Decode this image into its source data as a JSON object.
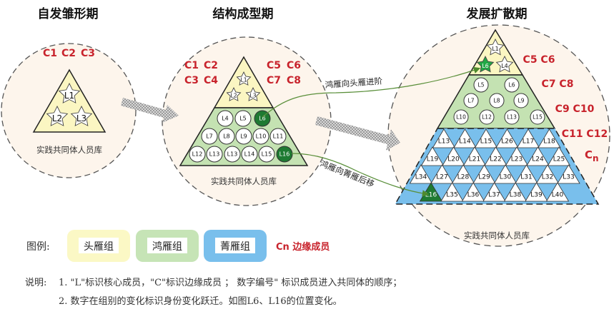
{
  "colors": {
    "circle_fill": "#fdf5ec",
    "head_group": "#fbf6c2",
    "honghong_group": "#c4e2b2",
    "jing_group": "#79bfec",
    "edge_member": "#c8232c",
    "moved_member": "#1e7a32",
    "moved_star": "#22a845",
    "arrow": "#b8b8b8"
  },
  "stages": [
    {
      "title": "自发雏形期",
      "pool_label": "实践共同体人员库",
      "edge_members": [
        "C1",
        "C2",
        "C3"
      ],
      "head_group": [
        "L1",
        "L2",
        "L3"
      ]
    },
    {
      "title": "结构成型期",
      "pool_label": "实践共同体人员库",
      "edge_members_left": [
        "C1",
        "C2",
        "C3",
        "C4"
      ],
      "edge_members_right": [
        "C5",
        "C6",
        "C7",
        "C8"
      ],
      "head_group": [
        "L1",
        "L2",
        "L3"
      ],
      "honghong_rows": [
        [
          "L4",
          "L5",
          "L6"
        ],
        [
          "L7",
          "L8",
          "L9",
          "L10",
          "L11"
        ],
        [
          "L12",
          "L13",
          "L13",
          "L14",
          "L15",
          "L16"
        ]
      ],
      "highlighted": [
        "L6",
        "L16"
      ]
    },
    {
      "title": "发展扩散期",
      "pool_label": "实践共同体人员库",
      "edge_members": [
        "C5 C6",
        "C7 C8",
        "C9 C10",
        "C11 C12"
      ],
      "edge_members_n_base": "C",
      "edge_members_n_sub": "n",
      "head_group": [
        "L1",
        "L6",
        "L4"
      ],
      "honghong_rows": [
        [
          "L5",
          "L6"
        ],
        [
          "L7",
          "L8",
          "L9"
        ],
        [
          "L10",
          "L12",
          "L13",
          "L15"
        ]
      ],
      "jing_rows": [
        [
          "L13",
          "L14",
          "L15",
          "L26",
          "L17",
          "L18"
        ],
        [
          "L19",
          "L20",
          "L21",
          "L22",
          "L23",
          "L24",
          "L25"
        ],
        [
          "L34",
          "L27",
          "L28",
          "L29",
          "L30",
          "L31",
          "L32",
          "L33"
        ],
        [
          "L16",
          "L35",
          "L36",
          "L37",
          "L38",
          "L39",
          "L40"
        ]
      ]
    }
  ],
  "transitions": {
    "promote_label": "鸿雁向头雁进阶",
    "demote_label": "鸿雁向菁雁后移"
  },
  "legend": {
    "label": "图例:",
    "items": [
      "头雁组",
      "鸿雁组",
      "菁雁组"
    ],
    "edge_label": "Cn 边缘成员"
  },
  "notes": {
    "label": "说明:",
    "lines": [
      "1. \"L\"标识核心成员，\"C\"标识边缘成员 ；  数字编号\" 标识成员进入共同体的顺序；",
      "2. 数字在组别的变化标识身份变化跃迁。如图L6、L16的位置变化。"
    ]
  }
}
